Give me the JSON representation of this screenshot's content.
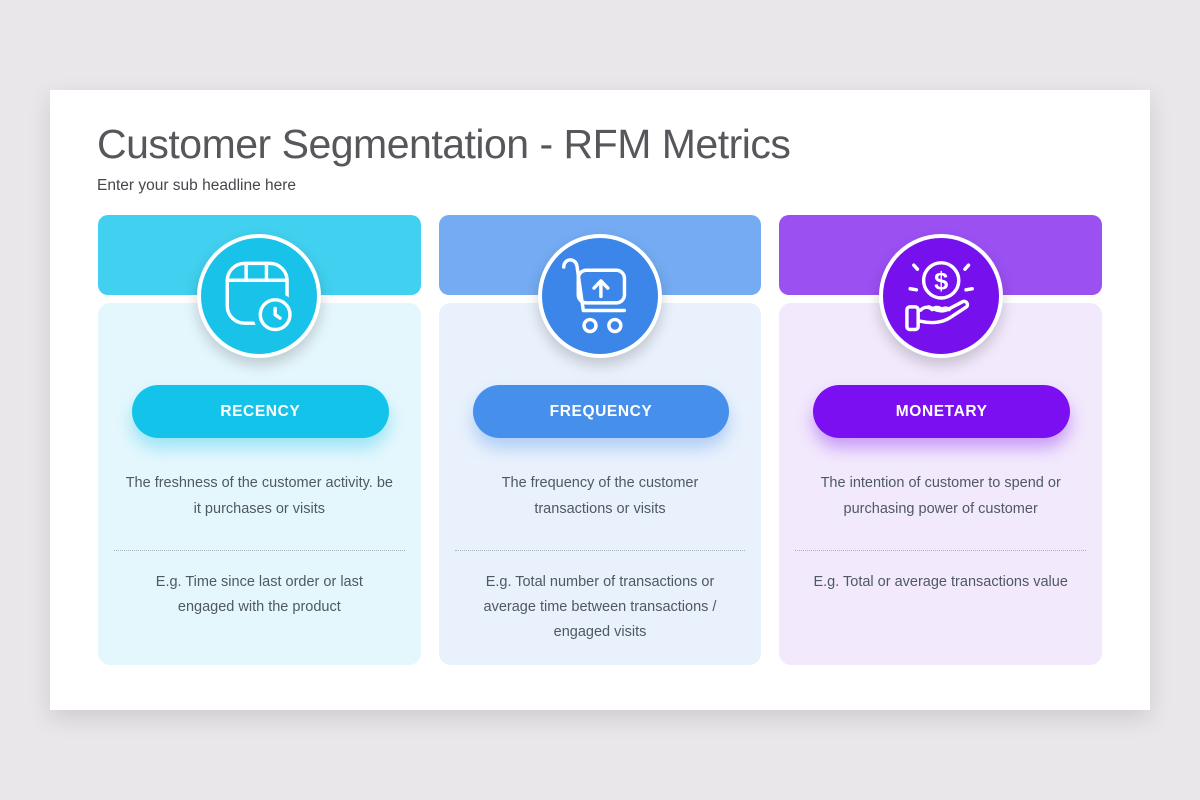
{
  "page": {
    "background": "#E9E7EA",
    "slide_background": "#FFFFFF",
    "title_color": "#55575B",
    "body_text_color": "#4F5962"
  },
  "header": {
    "title": "Customer Segmentation - RFM Metrics",
    "subtitle": "Enter your sub headline here"
  },
  "cards": [
    {
      "label": "RECENCY",
      "icon": "calendar-clock-icon",
      "description": "The freshness of the customer activity. be it purchases or visits",
      "example": "E.g. Time since last order or last engaged with the product",
      "colors": {
        "band": "#41D0EF",
        "accent": "#18C2E9",
        "pill": "#14C3EA",
        "tint": "#E4F7FD"
      }
    },
    {
      "label": "FREQUENCY",
      "icon": "shopping-cart-up-icon",
      "description": "The frequency of the customer transactions or visits",
      "example": "E.g. Total number of transactions or average time between transactions / engaged visits",
      "colors": {
        "band": "#74ABF2",
        "accent": "#3C86E9",
        "pill": "#4690EC",
        "tint": "#E9F1FC"
      }
    },
    {
      "label": "MONETARY",
      "icon": "hand-dollar-icon",
      "coin_symbol": "$",
      "description": "The intention of customer to spend or purchasing power of customer",
      "example": "E.g. Total or average transactions value",
      "colors": {
        "band": "#9B50F2",
        "accent": "#7611ED",
        "pill": "#7C0FF2",
        "tint": "#F2E9FC"
      }
    }
  ]
}
